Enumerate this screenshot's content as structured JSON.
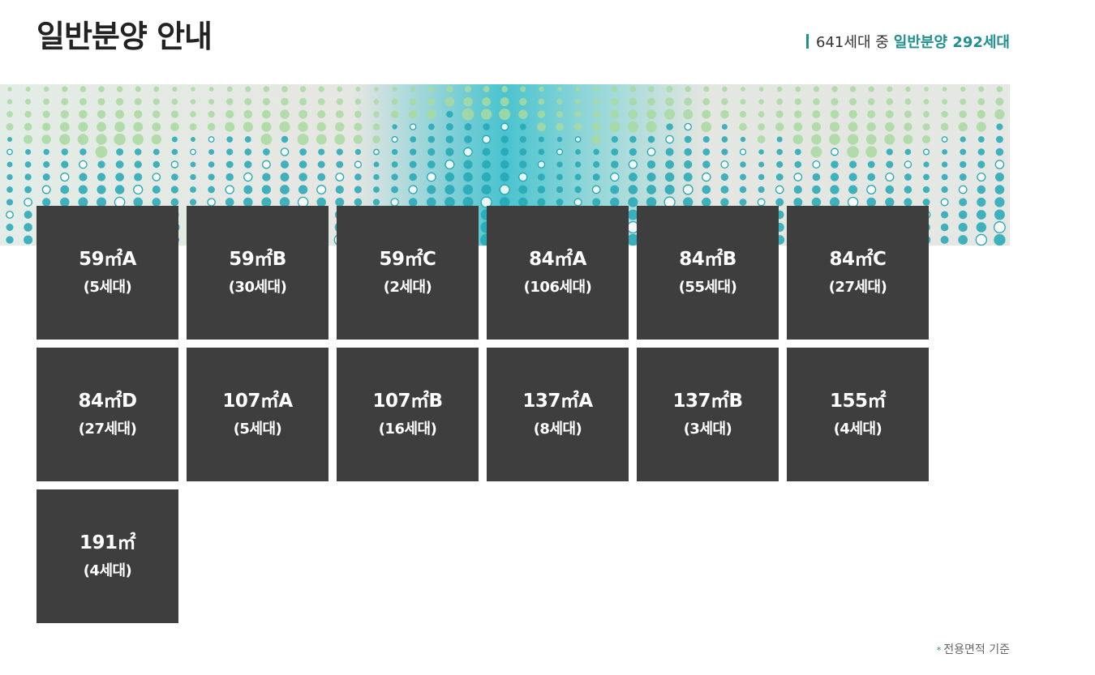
{
  "header": {
    "title": "일반분양 안내",
    "summary_prefix": "641세대 중",
    "summary_highlight": "일반분양 292세대"
  },
  "colors": {
    "accent": "#1f8f8f",
    "card_bg": "#3e3e3e",
    "title_text": "#222222"
  },
  "units": [
    {
      "size": "59㎡A",
      "count": "(5세대)"
    },
    {
      "size": "59㎡B",
      "count": "(30세대)"
    },
    {
      "size": "59㎡C",
      "count": "(2세대)"
    },
    {
      "size": "84㎡A",
      "count": "(106세대)"
    },
    {
      "size": "84㎡B",
      "count": "(55세대)"
    },
    {
      "size": "84㎡C",
      "count": "(27세대)"
    },
    {
      "size": "84㎡D",
      "count": "(27세대)"
    },
    {
      "size": "107㎡A",
      "count": "(5세대)"
    },
    {
      "size": "107㎡B",
      "count": "(16세대)"
    },
    {
      "size": "137㎡A",
      "count": "(8세대)"
    },
    {
      "size": "137㎡B",
      "count": "(3세대)"
    },
    {
      "size": "155㎡",
      "count": "(4세대)"
    },
    {
      "size": "191㎡",
      "count": "(4세대)"
    }
  ],
  "footnote": {
    "marker": "*",
    "text": "전용면적 기준"
  }
}
